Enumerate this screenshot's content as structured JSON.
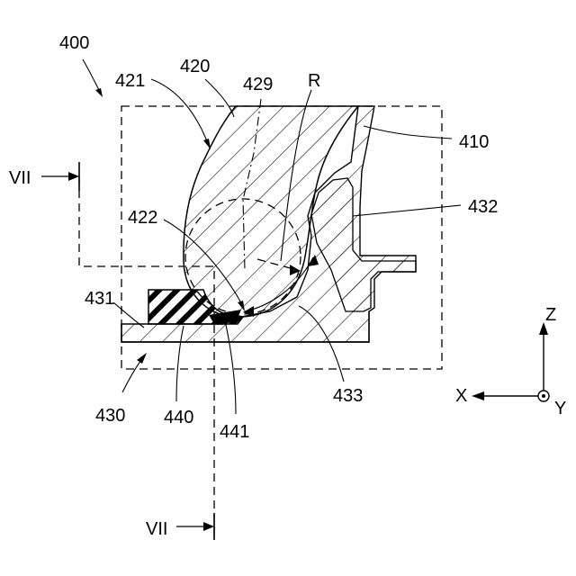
{
  "labels": {
    "fig": "400",
    "blade": "420",
    "blade_surface": "421",
    "blade_tip": "422",
    "center": "429",
    "radius": "R",
    "housing": "410",
    "base": "430",
    "base_top": "431",
    "recess": "432",
    "recess_surface": "433",
    "seal": "440",
    "seal_edge": "441",
    "section_top": "VII",
    "section_bottom": "VII"
  },
  "axes": {
    "z": "Z",
    "x": "X",
    "y": "Y"
  }
}
